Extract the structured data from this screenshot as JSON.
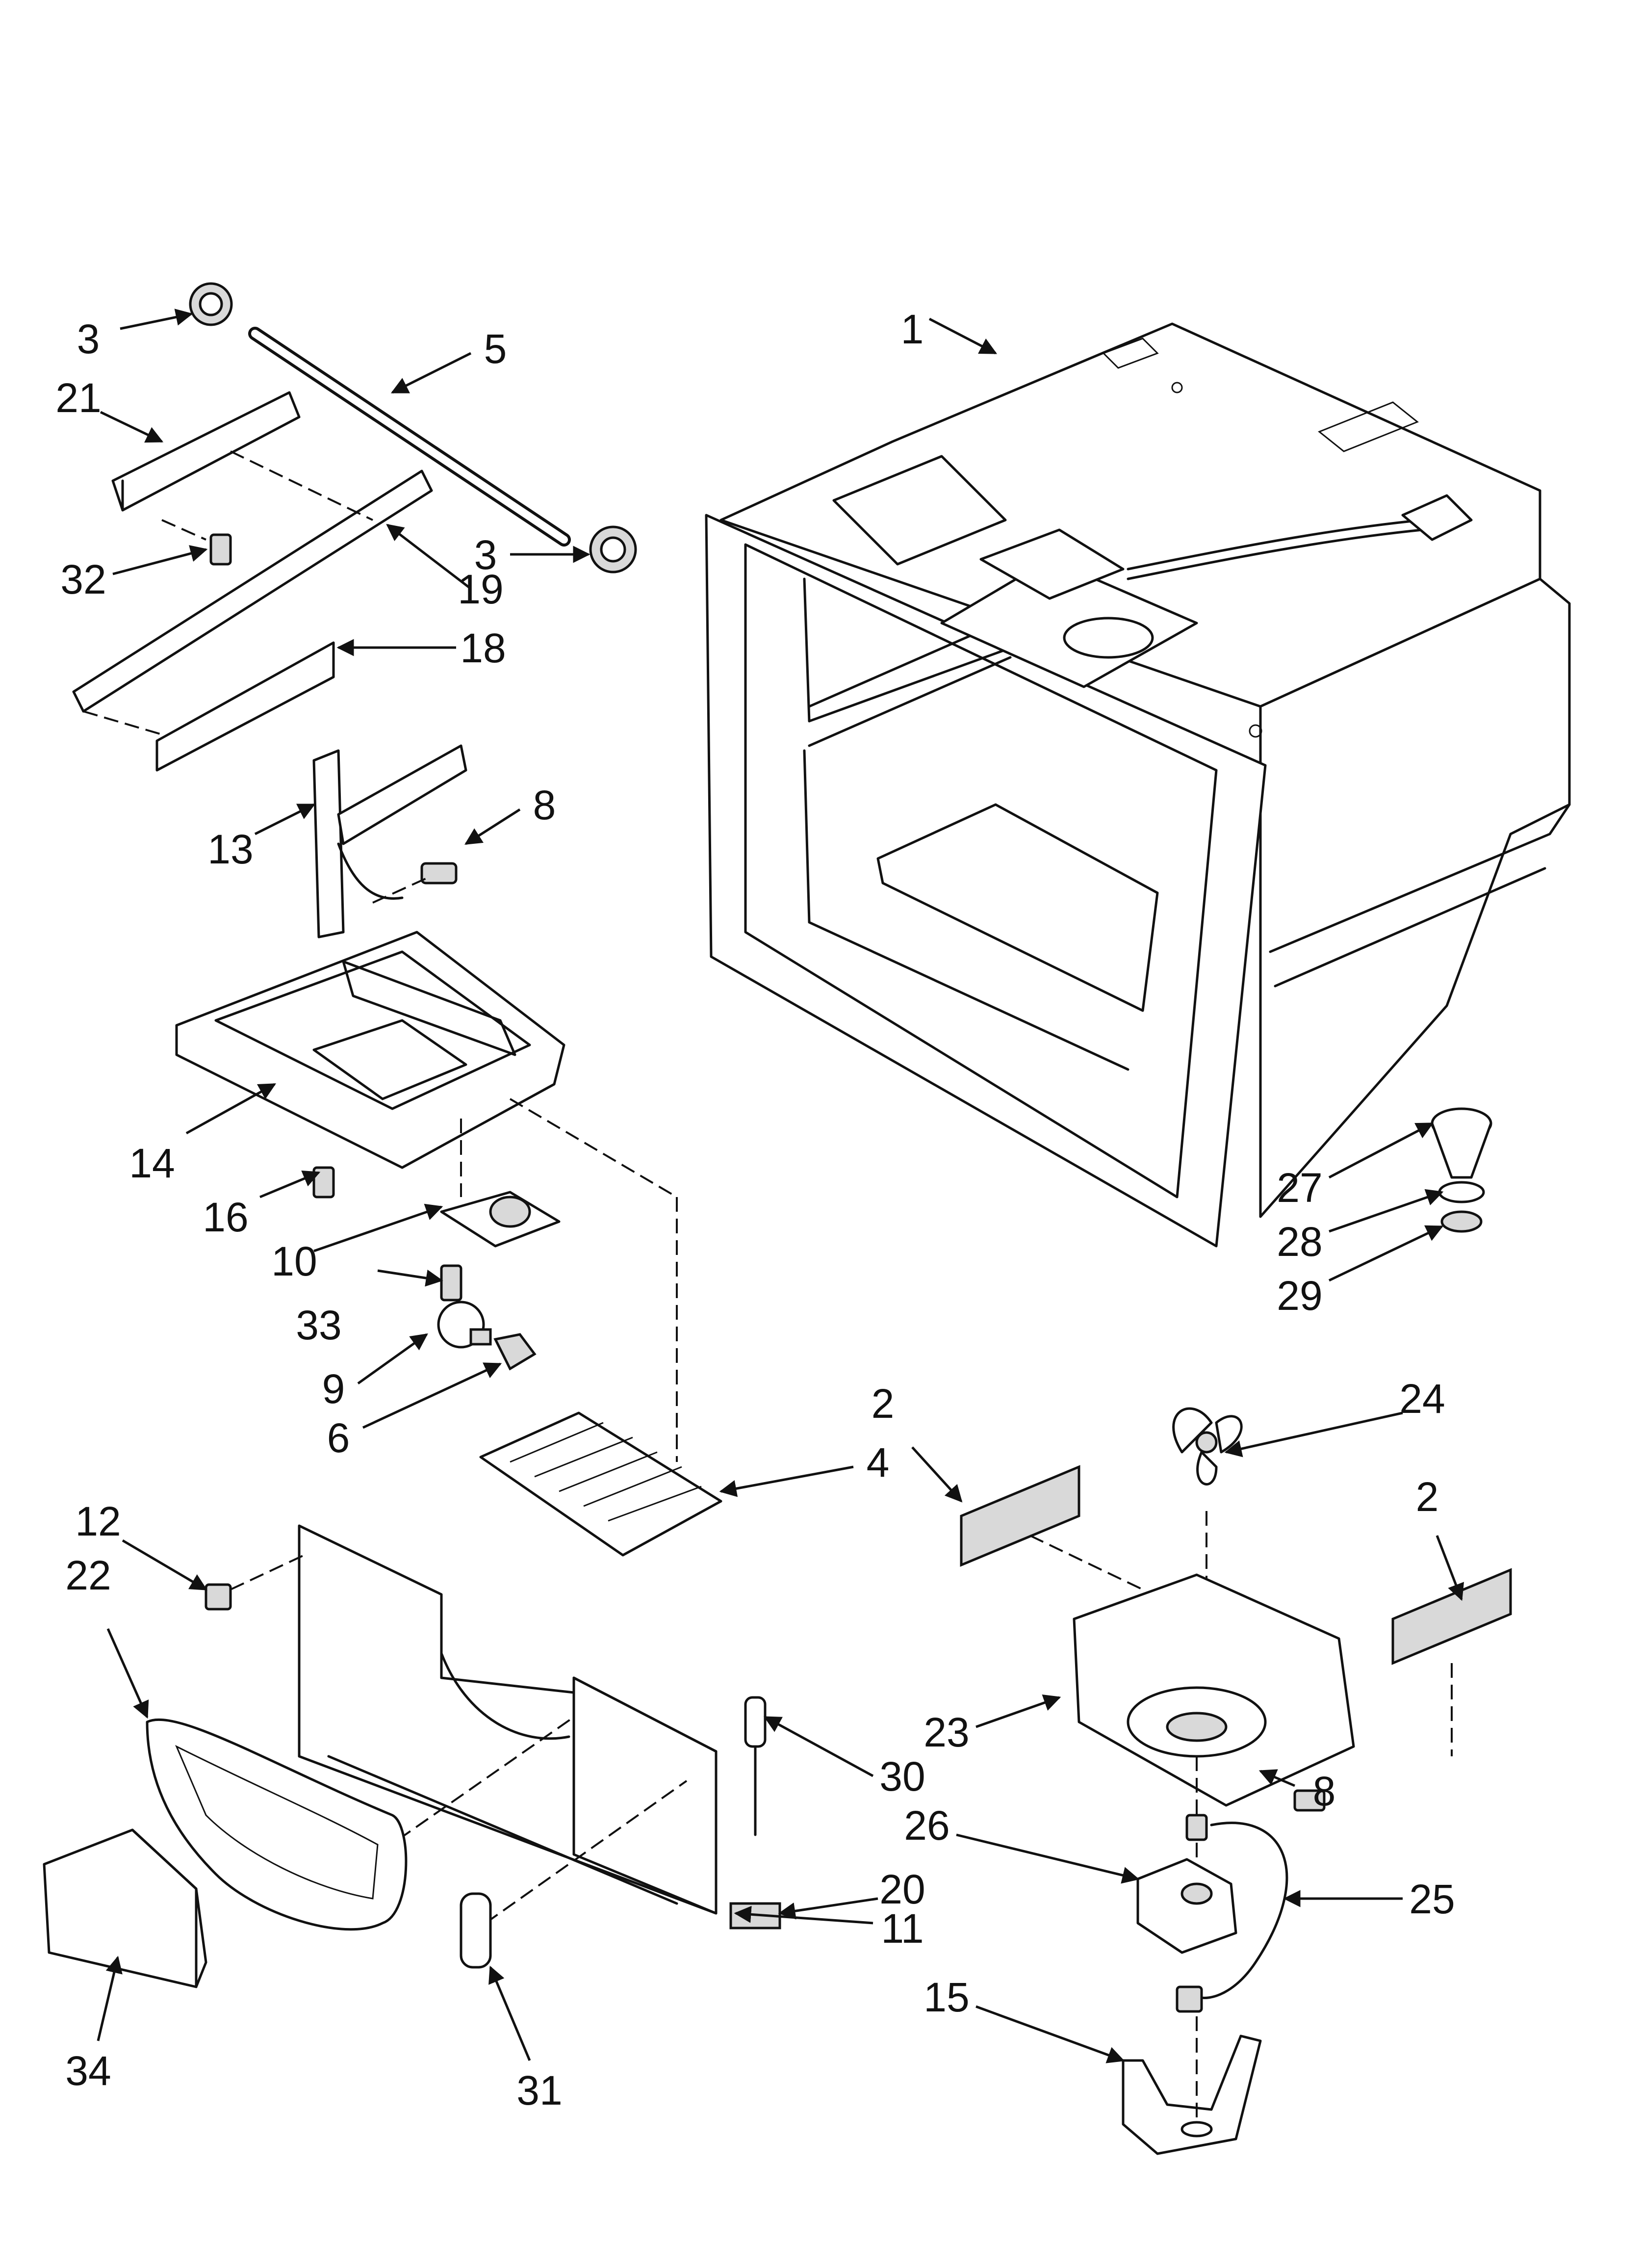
{
  "callouts": {
    "p1": "1",
    "p2a": "2",
    "p2b": "2",
    "p3a": "3",
    "p3b": "3",
    "p4": "4",
    "p5": "5",
    "p6": "6",
    "p8a": "8",
    "p8b": "8",
    "p9": "9",
    "p10": "10",
    "p11": "11",
    "p12": "12",
    "p13": "13",
    "p14": "14",
    "p15": "15",
    "p16": "16",
    "p18": "18",
    "p19": "19",
    "p20": "20",
    "p21": "21",
    "p22": "22",
    "p23": "23",
    "p24": "24",
    "p25": "25",
    "p26": "26",
    "p27": "27",
    "p28": "28",
    "p29": "29",
    "p30": "30",
    "p31": "31",
    "p32": "32",
    "p33": "33",
    "p34": "34"
  }
}
